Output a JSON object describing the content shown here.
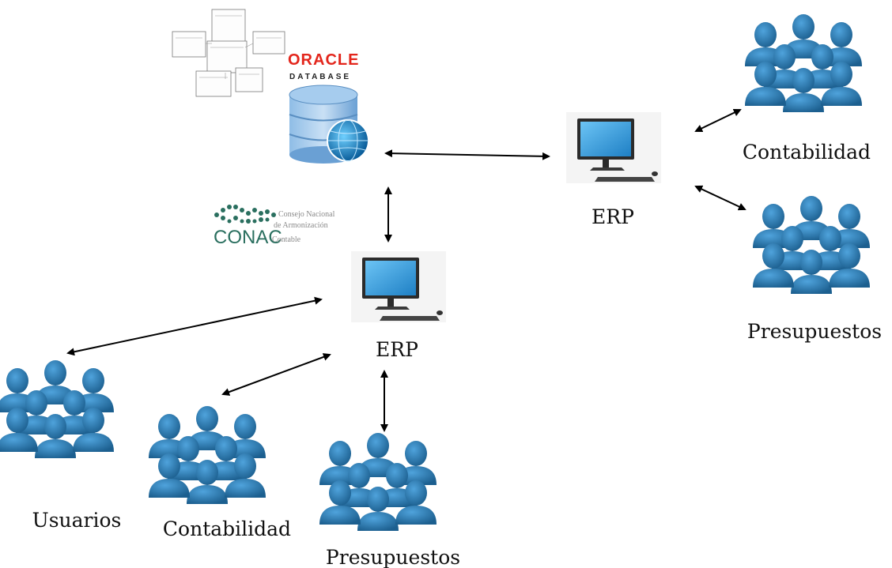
{
  "nodes": {
    "oracle": {
      "logo_text": "ORACLE",
      "logo_subtext": "DATABASE"
    },
    "conac": {
      "logo_text": "CONAC",
      "logo_lines": [
        "Consejo Nacional",
        "de Armonización",
        "Contable"
      ]
    },
    "erp_right": {
      "label": "ERP"
    },
    "erp_center": {
      "label": "ERP"
    },
    "groups": {
      "contabilidad_right": "Contabilidad",
      "presupuestos_right": "Presupuestos",
      "usuarios": "Usuarios",
      "contabilidad_left": "Contabilidad",
      "presupuestos_bottom": "Presupuestos"
    }
  },
  "edges": [
    {
      "from": "oracle",
      "to": "erp_right",
      "type": "bidirectional"
    },
    {
      "from": "oracle",
      "to": "erp_center",
      "type": "bidirectional"
    },
    {
      "from": "erp_right",
      "to": "contabilidad_right",
      "type": "bidirectional"
    },
    {
      "from": "erp_right",
      "to": "presupuestos_right",
      "type": "bidirectional"
    },
    {
      "from": "erp_center",
      "to": "usuarios",
      "type": "bidirectional"
    },
    {
      "from": "erp_center",
      "to": "contabilidad_left",
      "type": "bidirectional"
    },
    {
      "from": "erp_center",
      "to": "presupuestos_bottom",
      "type": "bidirectional"
    }
  ],
  "colors": {
    "people_blue": "#2a7fb8",
    "people_blue_dark": "#1c5f8f",
    "db_blue": "#6aa0d4",
    "oracle_red": "#e3261c",
    "conac_green": "#2a6f5f",
    "monitor_dark": "#2b2b2b",
    "screen_blue": "#3fa7e6"
  },
  "icons": {
    "database": "database-globe-icon",
    "computer": "desktop-computer-icon",
    "people": "user-group-icon"
  }
}
